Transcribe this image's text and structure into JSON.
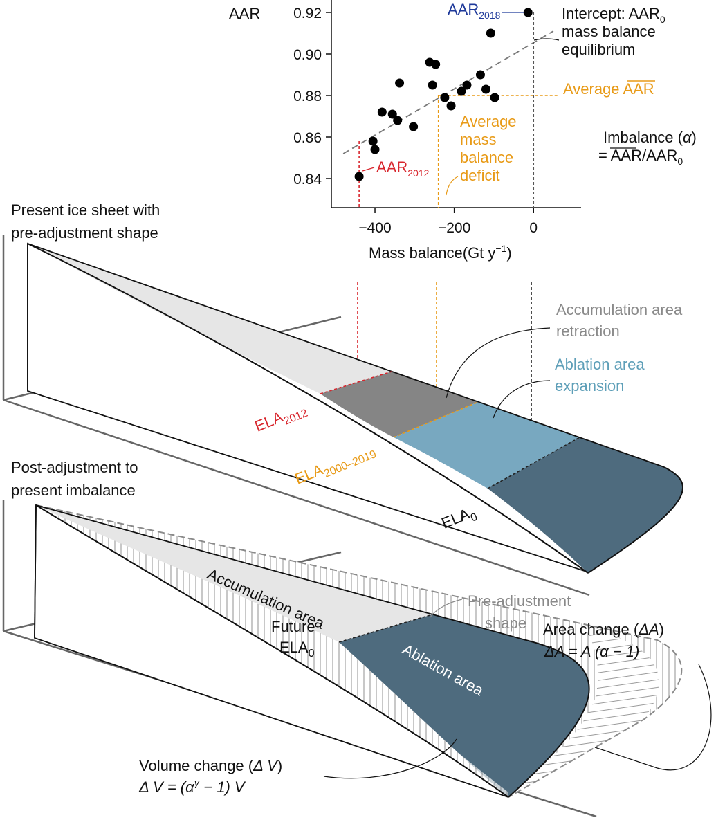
{
  "chart_data": {
    "type": "scatter",
    "title": "",
    "xlabel": "Mass balance(Gt y",
    "xlabel_sup": "−1",
    "xlabel_end": ")",
    "ylabel": "AAR",
    "xlim": [
      -510,
      120
    ],
    "ylim": [
      0.826,
      0.926
    ],
    "xticks": [
      {
        "value": -400,
        "label": "−400"
      },
      {
        "value": -200,
        "label": "−200"
      },
      {
        "value": 0,
        "label": "0"
      }
    ],
    "yticks": [
      {
        "value": 0.84,
        "label": "0.84"
      },
      {
        "value": 0.86,
        "label": "0.86"
      },
      {
        "value": 0.88,
        "label": "0.88"
      },
      {
        "value": 0.9,
        "label": "0.90"
      },
      {
        "value": 0.92,
        "label": "0.92"
      }
    ],
    "grid": false,
    "points": [
      {
        "x": -14,
        "y": 0.92
      },
      {
        "x": -108,
        "y": 0.91
      },
      {
        "x": -262,
        "y": 0.896
      },
      {
        "x": -247,
        "y": 0.895
      },
      {
        "x": -134,
        "y": 0.89
      },
      {
        "x": -338,
        "y": 0.886
      },
      {
        "x": -255,
        "y": 0.885
      },
      {
        "x": -168,
        "y": 0.885
      },
      {
        "x": -120,
        "y": 0.883
      },
      {
        "x": -182,
        "y": 0.882
      },
      {
        "x": -224,
        "y": 0.879
      },
      {
        "x": -98,
        "y": 0.879
      },
      {
        "x": -208,
        "y": 0.875
      },
      {
        "x": -382,
        "y": 0.872
      },
      {
        "x": -356,
        "y": 0.871
      },
      {
        "x": -343,
        "y": 0.868
      },
      {
        "x": -303,
        "y": 0.865
      },
      {
        "x": -405,
        "y": 0.858
      },
      {
        "x": -400,
        "y": 0.854
      },
      {
        "x": -440,
        "y": 0.841
      }
    ],
    "trend": {
      "x0": -480,
      "y0": 0.852,
      "x1": 50,
      "y1": 0.911
    },
    "avg_aar": 0.88,
    "avg_mass_balance": -240,
    "mb_2012": -440,
    "mb_equilibrium": 0
  },
  "chart_text": {
    "aar_2018_main": "AAR",
    "aar_2018_sub": "2018",
    "aar_2012_main": "AAR",
    "aar_2012_sub": "2012",
    "intercept_line1_a": "Intercept: AAR",
    "intercept_line1_sub": "0",
    "intercept_line2": "mass balance",
    "intercept_line3": "equilibrium",
    "average_aar": "Average AAR",
    "deficit_line1": "Average",
    "deficit_line2": "mass",
    "deficit_line3": "balance",
    "deficit_line4": "deficit",
    "imbalance_line1_a": "Imbalance (",
    "imbalance_alpha": "α",
    "imbalance_line1_b": ")",
    "imbalance_line2_a": "= AAR/AAR",
    "imbalance_line2_sub": "0"
  },
  "top_diagram": {
    "title_line1": "Present ice sheet with",
    "title_line2": "pre-adjustment shape",
    "accumulation_retraction_line1": "Accumulation area",
    "accumulation_retraction_line2": "retraction",
    "ablation_expansion_line1": "Ablation area",
    "ablation_expansion_line2": "expansion",
    "ela_2012_main": "ELA",
    "ela_2012_sub": "2012",
    "ela_period_main": "ELA",
    "ela_period_sub": "2000–2019",
    "ela_0_main": "ELA",
    "ela_0_sub": "0"
  },
  "bottom_diagram": {
    "title_line1": "Post-adjustment to",
    "title_line2": "present imbalance",
    "accumulation_area": "Accumulation area",
    "ablation_area": "Ablation area",
    "future_ela_line1": "Future",
    "future_ela_main": "ELA",
    "future_ela_sub": "0",
    "pre_adjustment_line1": "Pre-adjustment",
    "pre_adjustment_line2": "shape",
    "area_change_line1_a": "Area change (",
    "area_change_delta": "ΔA",
    "area_change_line1_b": ")",
    "area_change_line2": "ΔA = A (α − 1)",
    "volume_change_line1_a": "Volume change (",
    "volume_change_delta": "Δ V",
    "volume_change_line1_b": ")",
    "volume_change_line2_a": "Δ V = (α",
    "volume_change_sup": "γ",
    "volume_change_line2_b": " − 1)  V"
  },
  "colors": {
    "accumulation": "#e6e6e6",
    "retraction": "#858585",
    "expansion": "#78a8c0",
    "ablation": "#4e6b7e",
    "orange": "#e89a16",
    "red": "#d8262d",
    "blue": "#1f3a9a"
  }
}
